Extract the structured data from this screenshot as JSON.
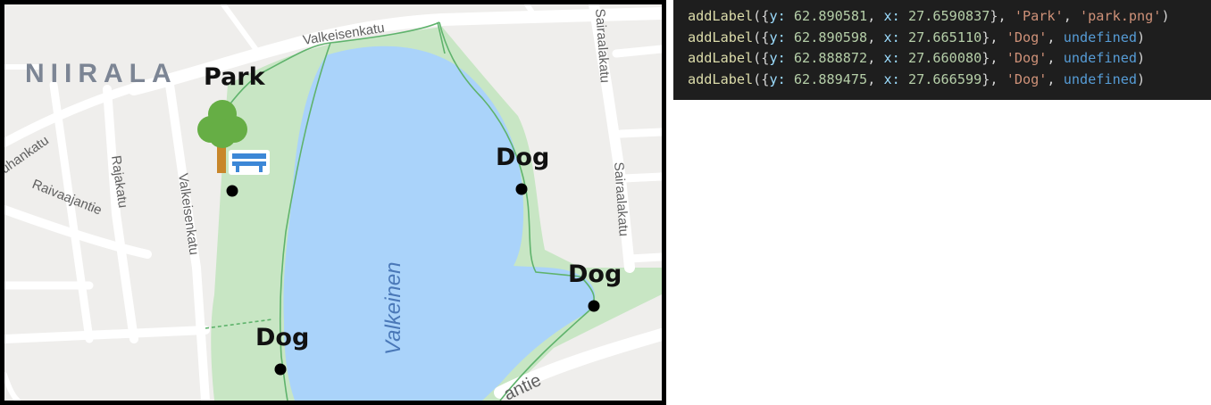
{
  "map": {
    "district_label": "NIIRALA",
    "lake_label": "Valkeinen",
    "streets": {
      "top": "Valkeisenkatu",
      "vertical": "Valkeisenkatu",
      "raja": "Rajakatu",
      "raivaa": "Raivaajantie",
      "uhankatu": "uhankatu",
      "sairaala_top": "Sairaalakatu",
      "sairaala_right": "Sairaalakatu",
      "bottom": "antie"
    },
    "markers": [
      {
        "label": "Park",
        "icon": "park-icon"
      },
      {
        "label": "Dog"
      },
      {
        "label": "Dog"
      },
      {
        "label": "Dog"
      }
    ],
    "colors": {
      "water": "#aad3fa",
      "park": "#c8e6c4",
      "land": "#efeeec",
      "road": "#ffffff",
      "path": "#5fb36c"
    }
  },
  "code": {
    "lines": [
      {
        "fn": "addLabel",
        "y_key": "y:",
        "y": "62.890581",
        "x_key": "x:",
        "x": "27.6590837",
        "label": "'Park'",
        "image": "'park.png'",
        "image_is_keyword": false
      },
      {
        "fn": "addLabel",
        "y_key": "y:",
        "y": "62.890598",
        "x_key": "x:",
        "x": "27.665110",
        "label": "'Dog'",
        "image": "undefined",
        "image_is_keyword": true
      },
      {
        "fn": "addLabel",
        "y_key": "y:",
        "y": "62.888872",
        "x_key": "x:",
        "x": "27.660080",
        "label": "'Dog'",
        "image": "undefined",
        "image_is_keyword": true
      },
      {
        "fn": "addLabel",
        "y_key": "y:",
        "y": "62.889475",
        "x_key": "x:",
        "x": "27.666599",
        "label": "'Dog'",
        "image": "undefined",
        "image_is_keyword": true
      }
    ]
  }
}
